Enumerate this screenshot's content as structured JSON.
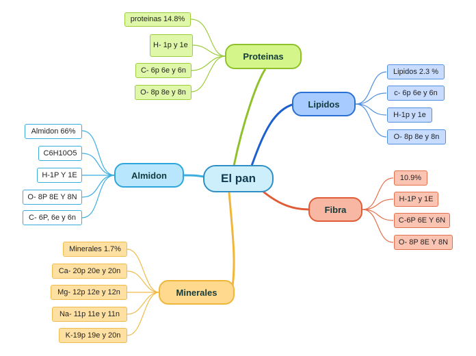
{
  "center": {
    "label": "El pan"
  },
  "colors": {
    "proteinas": "#8fc12a",
    "lipidos": "#1c5fcf",
    "almidon": "#3aaee0",
    "fibra": "#e05c37",
    "minerales": "#f0b63a"
  },
  "branches": {
    "proteinas": {
      "label": "Proteinas",
      "items": [
        "proteinas 14.8%",
        "H- 1p y 1e",
        "C- 6p 6e y 6n",
        "O- 8p 8e y 8n"
      ]
    },
    "lipidos": {
      "label": "Lipidos",
      "items": [
        "Lipidos 2.3 %",
        "c- 6p 6e y 6n",
        "H-1p y 1e",
        "O- 8p 8e y 8n"
      ]
    },
    "almidon": {
      "label": "Almidon",
      "items": [
        "Almidon 66%",
        "C6H10O5",
        "H-1P Y 1E",
        "O- 8P 8E Y 8N",
        "C- 6P, 6e y 6n"
      ]
    },
    "fibra": {
      "label": "Fibra",
      "items": [
        "10.9%",
        "H-1P y 1E",
        "C-6P 6E Y 6N",
        "O- 8P 8E Y 8N"
      ]
    },
    "minerales": {
      "label": "Minerales",
      "items": [
        "Minerales 1.7%",
        "Ca- 20p 20e y 20n",
        "Mg- 12p 12e y 12n",
        "Na- 11p 11e y 11n",
        "K-19p 19e y 20n"
      ]
    }
  }
}
